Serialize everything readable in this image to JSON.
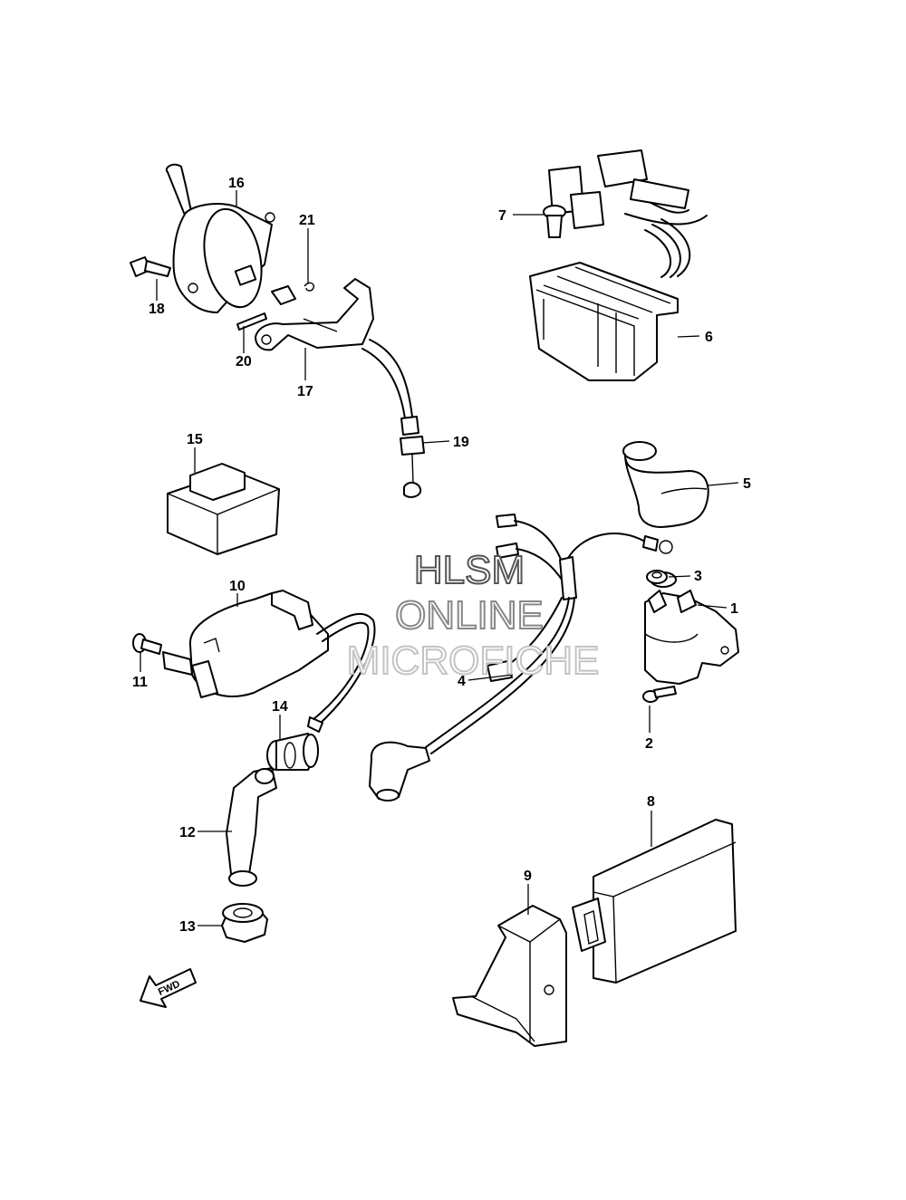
{
  "callouts": {
    "p1": "1",
    "p2": "2",
    "p3": "3",
    "p4": "4",
    "p5": "5",
    "p6": "6",
    "p7": "7",
    "p8": "8",
    "p9": "9",
    "p10": "10",
    "p11": "11",
    "p12": "12",
    "p13": "13",
    "p14": "14",
    "p15": "15",
    "p16": "16",
    "p17": "17",
    "p18": "18",
    "p19": "19",
    "p20": "20",
    "p21": "21"
  },
  "fwd_arrow": {
    "label": "FWD"
  },
  "watermark": {
    "line1": "HLSM",
    "line2": "ONLINE",
    "line3": "MICROFICHE"
  },
  "colors": {
    "ink": "#000000",
    "paper": "#ffffff",
    "watermark": "#9a9a9a"
  }
}
